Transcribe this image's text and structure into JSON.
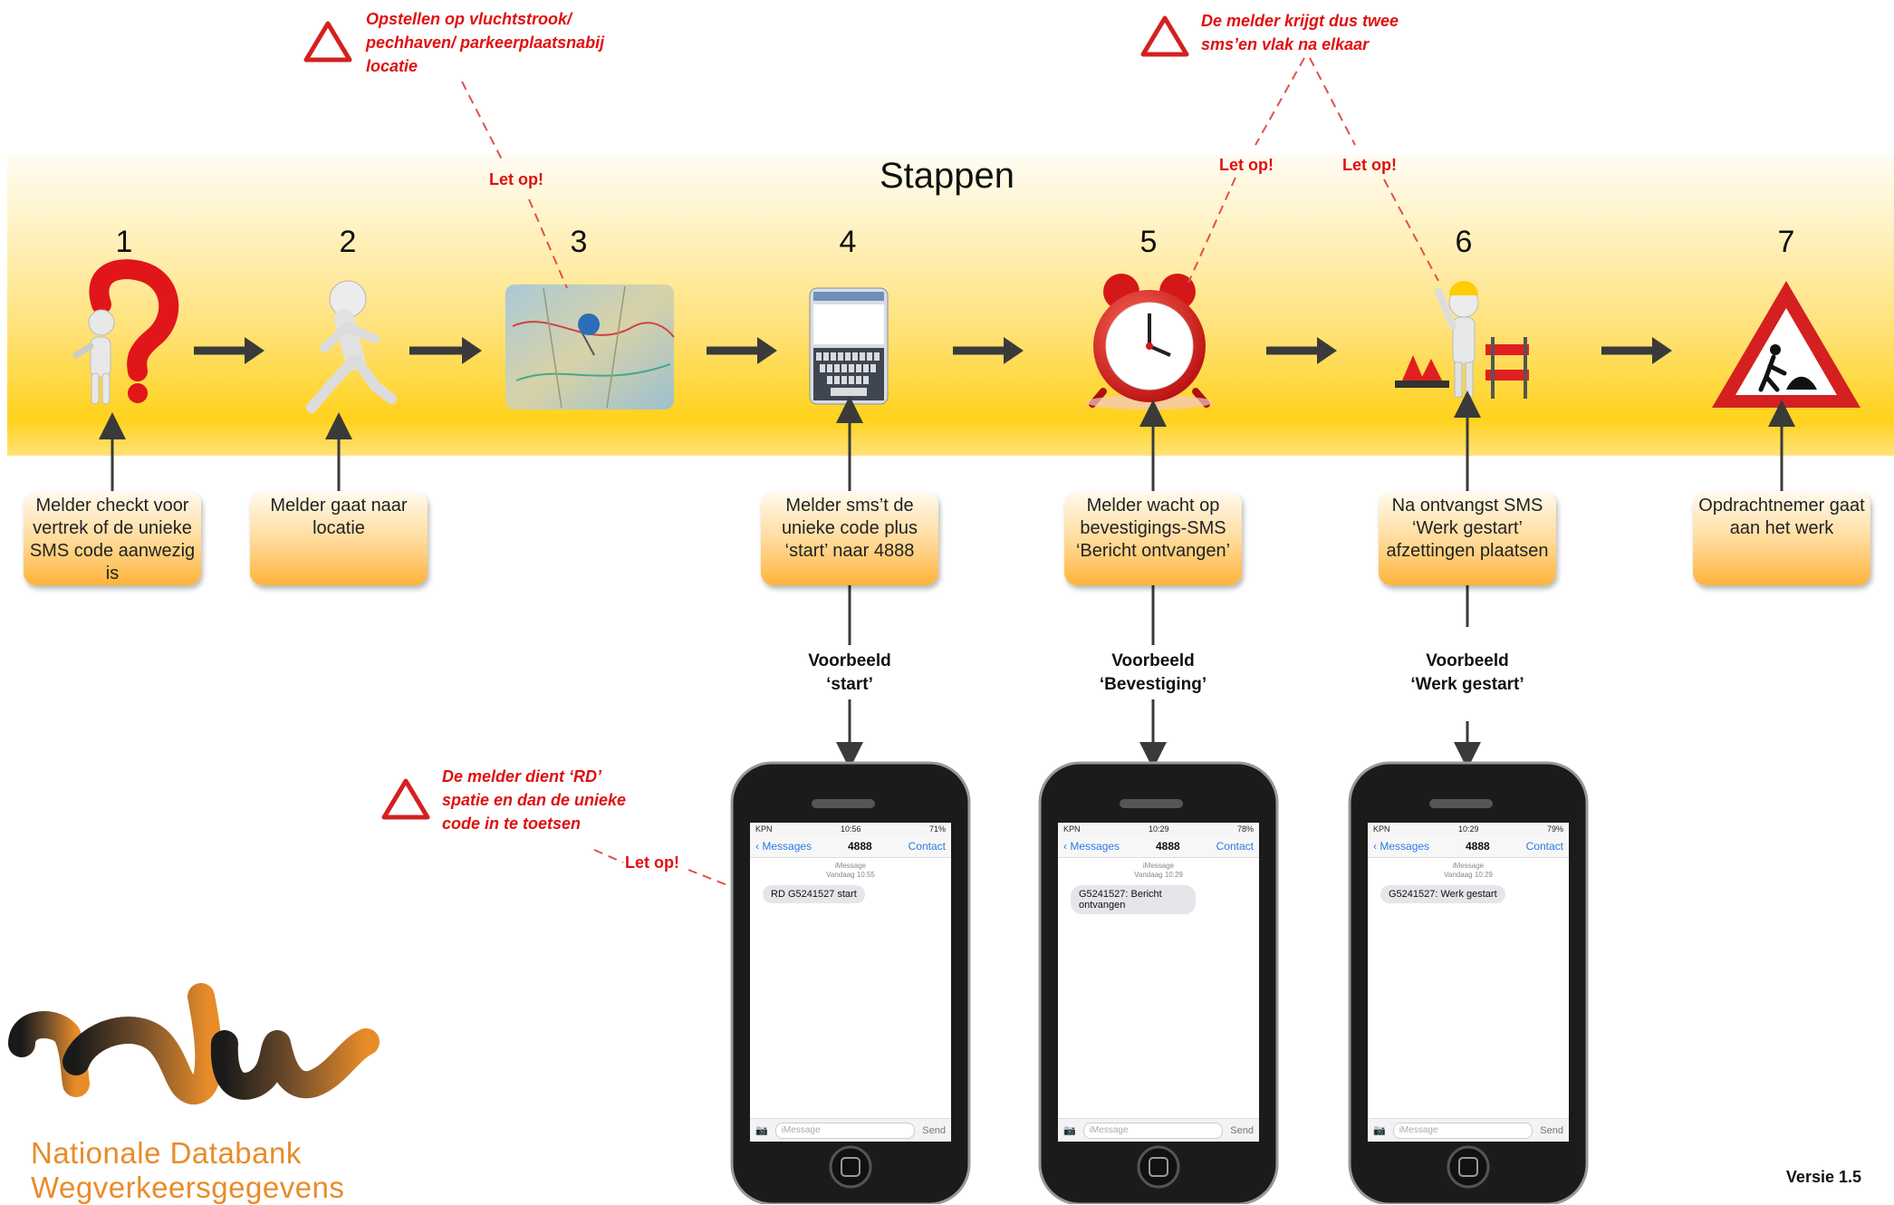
{
  "title": "Stappen",
  "steps": [
    {
      "number": "1",
      "text": "Melder checkt voor vertrek of de unieke SMS code aanwezig is"
    },
    {
      "number": "2",
      "text": "Melder gaat naar locatie"
    },
    {
      "number": "3",
      "text": ""
    },
    {
      "number": "4",
      "text": "Melder sms’t de unieke code plus ‘start’ naar 4888"
    },
    {
      "number": "5",
      "text": "Melder wacht op bevestigings-SMS ‘Bericht ontvangen’"
    },
    {
      "number": "6",
      "text": "Na ontvangst SMS ‘Werk gestart’ afzettingen plaatsen"
    },
    {
      "number": "7",
      "text": "Opdrachtnemer gaat aan het werk"
    }
  ],
  "examples": [
    {
      "line1": "Voorbeeld",
      "line2": "‘start’"
    },
    {
      "line1": "Voorbeeld",
      "line2": "‘Bevestiging’"
    },
    {
      "line1": "Voorbeeld",
      "line2": "‘Werk gestart’"
    }
  ],
  "warnings": {
    "top_left": "Opstellen op vluchtstrook/ pechhaven/ parkeerplaatsnabij locatie",
    "top_right": "De melder krijgt dus twee sms’en vlak na elkaar",
    "bottom": "De melder dient ‘RD’ spatie en dan de unieke code in te toetsen",
    "let_op": "Let op!"
  },
  "phones": [
    {
      "carrier": "KPN",
      "time": "10:56",
      "battery": "71%",
      "back": "Messages",
      "number": "4888",
      "contact": "Contact",
      "meta1": "iMessage",
      "meta2": "Vandaag 10:55",
      "message": "RD G5241527 start",
      "input": "iMessage",
      "send": "Send"
    },
    {
      "carrier": "KPN",
      "time": "10:29",
      "battery": "78%",
      "back": "Messages",
      "number": "4888",
      "contact": "Contact",
      "meta1": "iMessage",
      "meta2": "Vandaag 10:29",
      "message": "G5241527: Bericht ontvangen",
      "input": "iMessage",
      "send": "Send"
    },
    {
      "carrier": "KPN",
      "time": "10:29",
      "battery": "79%",
      "back": "Messages",
      "number": "4888",
      "contact": "Contact",
      "meta1": "iMessage",
      "meta2": "Vandaag 10:29",
      "message": "G5241527: Werk gestart",
      "input": "iMessage",
      "send": "Send"
    }
  ],
  "logo": {
    "line1": "Nationale Databank",
    "line2": "Wegverkeersgegevens"
  },
  "version": "Versie 1.5",
  "colors": {
    "band": "#ffd21c",
    "box": "#ffb33a",
    "warning": "#e01010",
    "arrow": "#3a3a3a",
    "logo_orange": "#e88c2a"
  }
}
